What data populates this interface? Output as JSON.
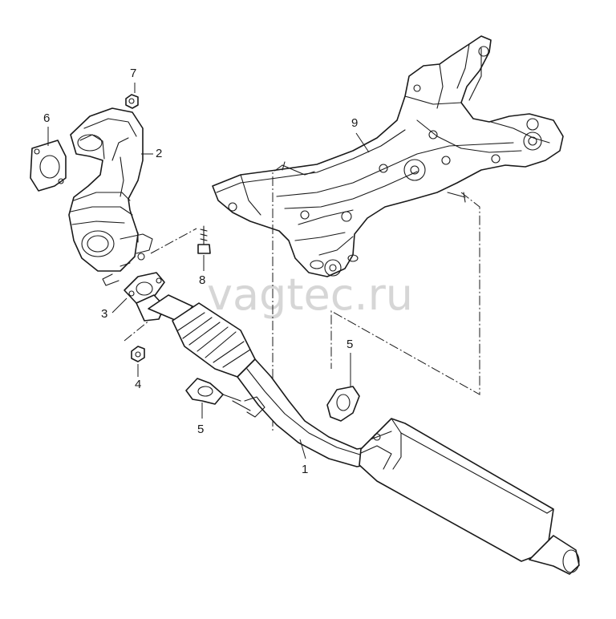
{
  "watermark": "vagtec.ru",
  "callouts": {
    "c1": "1",
    "c2": "2",
    "c3": "3",
    "c4": "4",
    "c5a": "5",
    "c5b": "5",
    "c6": "6",
    "c7": "7",
    "c8": "8",
    "c9": "9"
  },
  "parts": [
    {
      "number": "1",
      "name": "exhaust-pipe-with-muffler"
    },
    {
      "number": "2",
      "name": "exhaust-manifold-with-catalytic-converter"
    },
    {
      "number": "3",
      "name": "flange-gasket"
    },
    {
      "number": "4",
      "name": "nut"
    },
    {
      "number": "5",
      "name": "rubber-mount"
    },
    {
      "number": "6",
      "name": "manifold-gasket"
    },
    {
      "number": "7",
      "name": "nut"
    },
    {
      "number": "8",
      "name": "bolt"
    },
    {
      "number": "9",
      "name": "subframe"
    }
  ]
}
